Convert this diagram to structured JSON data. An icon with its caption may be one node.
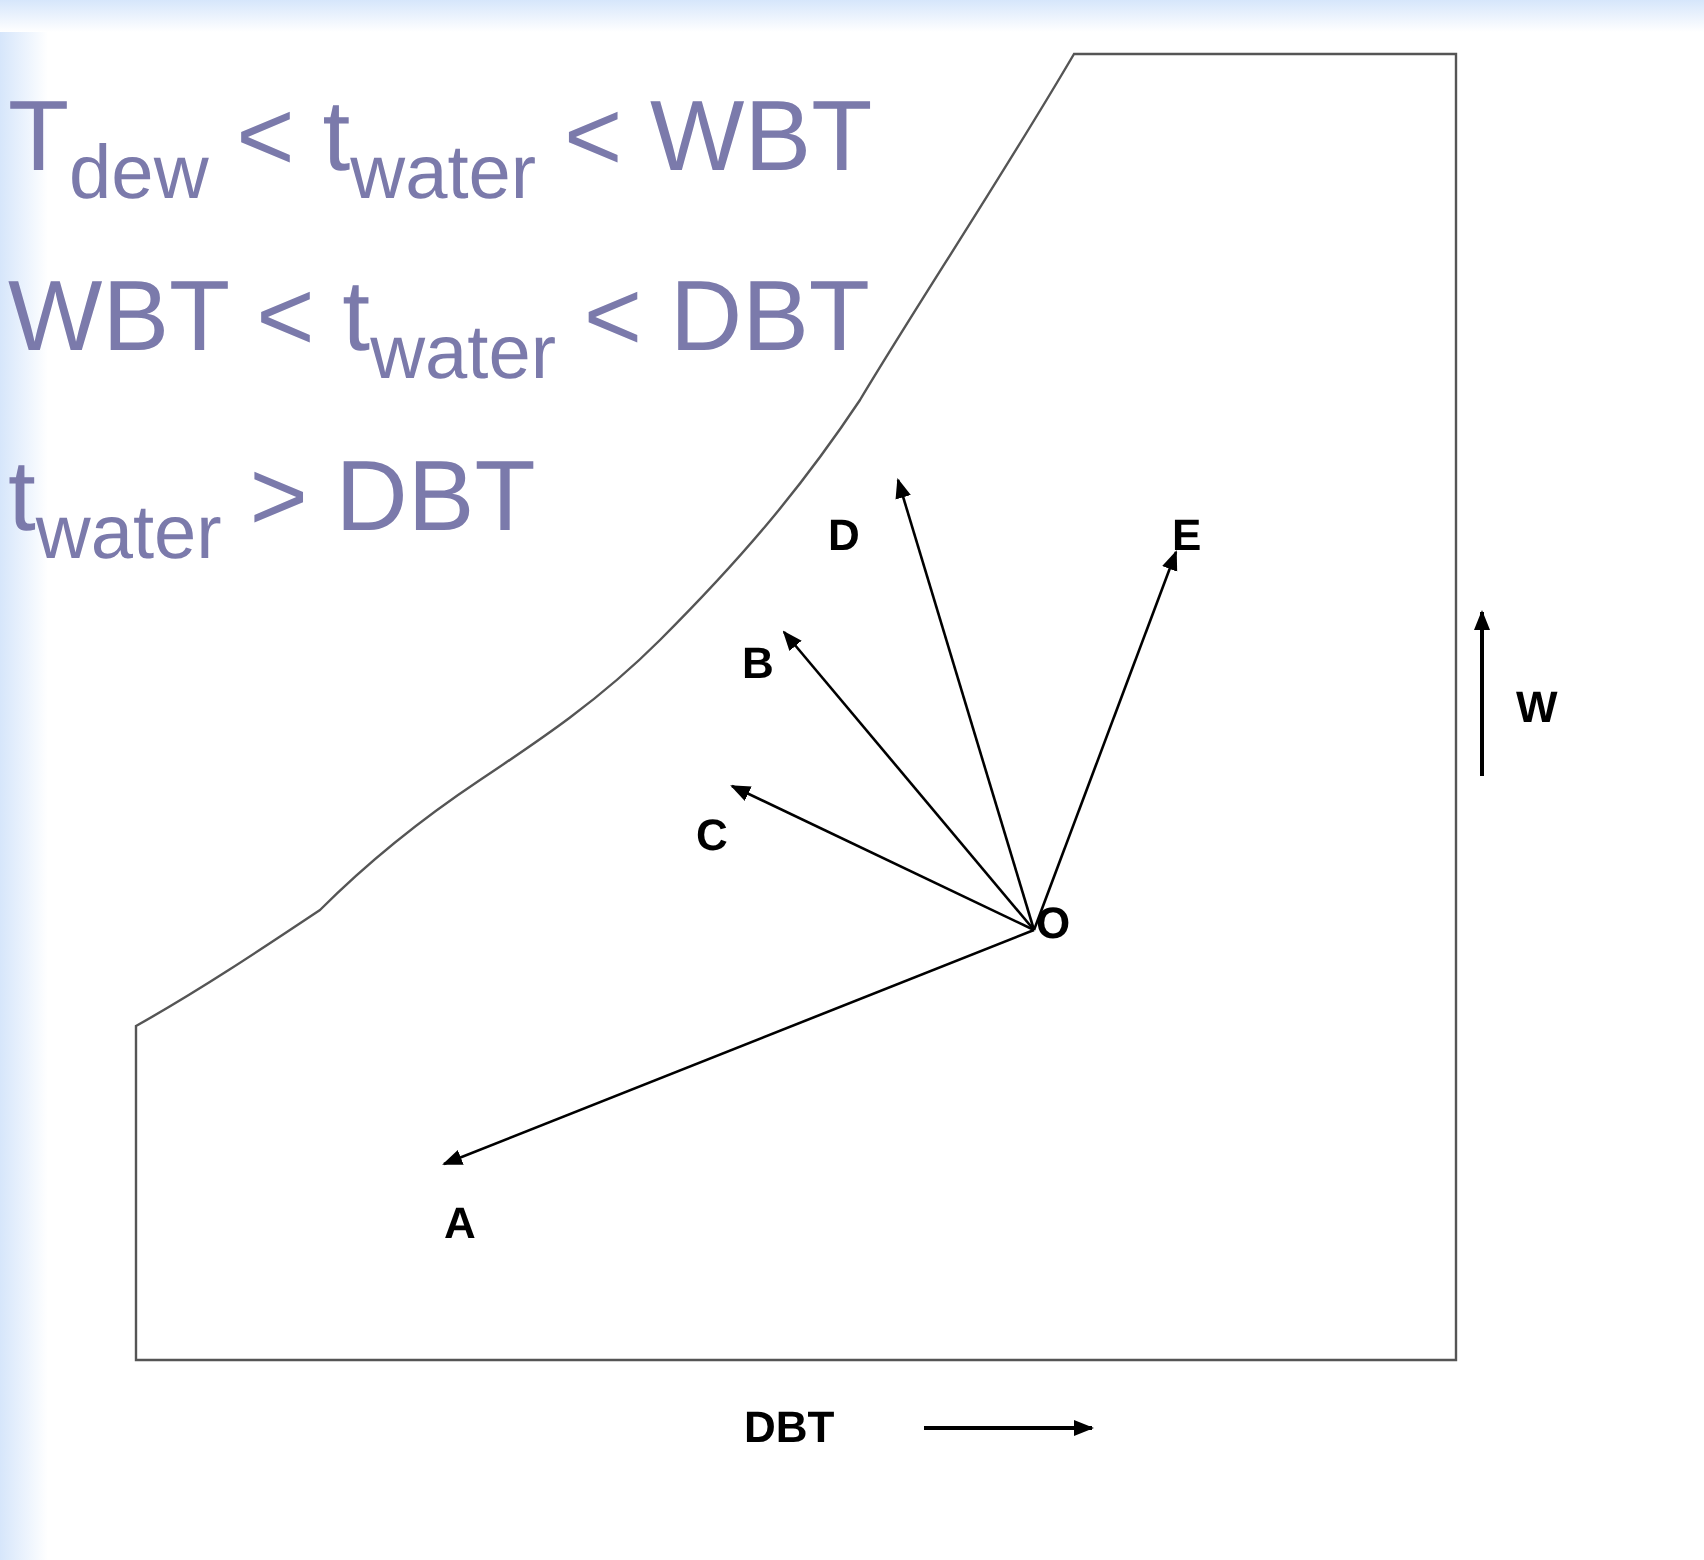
{
  "diagram": {
    "nodes": [
      {
        "text": [
          "O"
        ]
      },
      {
        "text": [
          "A"
        ]
      },
      {
        "text": [
          "B"
        ]
      },
      {
        "text": [
          "C"
        ]
      },
      {
        "text": [
          "D"
        ]
      },
      {
        "text": [
          "E"
        ]
      }
    ],
    "edges": [
      {
        "from": 0,
        "to": 1,
        "arrow": "to"
      },
      {
        "from": 0,
        "to": 3,
        "arrow": "to"
      },
      {
        "from": 0,
        "to": 2,
        "arrow": "to"
      },
      {
        "from": 0,
        "to": 4,
        "arrow": "to"
      },
      {
        "from": 0,
        "to": 5,
        "arrow": "to"
      }
    ],
    "labels": [
      "T$_{dew}$ < t$_{water}$ < WBT",
      "WBT < t$_{water}$ < DBT",
      "t$_{water}$ > DBT",
      "W",
      "DBT"
    ]
  }
}
